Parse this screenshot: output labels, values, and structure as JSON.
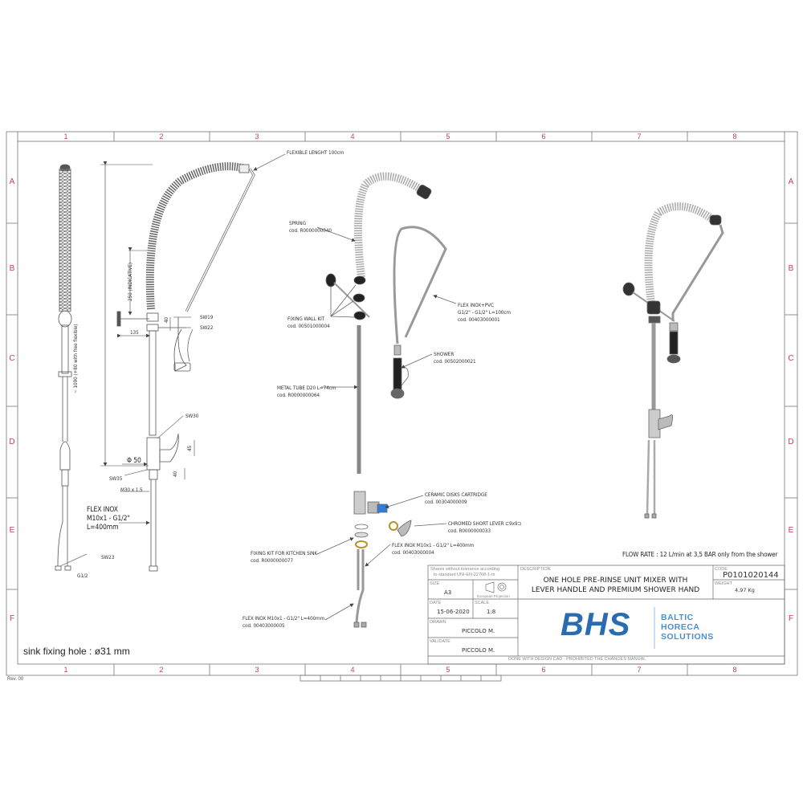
{
  "sheet": {
    "grid_columns": [
      "1",
      "2",
      "3",
      "4",
      "5",
      "6",
      "7",
      "8"
    ],
    "grid_rows": [
      "A",
      "B",
      "C",
      "D",
      "E",
      "F"
    ],
    "revision": "Rev. 00",
    "sink_note": "sink fixing hole : ø31 mm",
    "flow_rate": "FLOW RATE : 12 L/min at 3,5 BAR only from the shower"
  },
  "side_view": {
    "height_dim": "~ 1090 (+80 with free flexible)",
    "flex_inox": [
      "FLEX INOX",
      "M10x1 - G1/2\"",
      "L=400mm"
    ],
    "sw23": "SW23",
    "g12": "G1/2"
  },
  "front_view": {
    "flexible_length": "FLEXIBLE LENGHT 100cm",
    "dim_250": "250 (INDICATIVE)",
    "dim_40_top": "40",
    "sw19": "SW19",
    "sw22": "SW22",
    "dim_135": "135",
    "sw30": "SW30",
    "dim_45": "45",
    "dim_phi50": "Φ 50",
    "dim_40_bottom": "40",
    "sw35": "SW35",
    "m30": "M30 x 1.5"
  },
  "exploded_parts": [
    {
      "name": "SPRING",
      "code": "cod. R0000000040"
    },
    {
      "name": "FIXING WALL KIT",
      "code": "cod. 00501000004"
    },
    {
      "name": "FLEX INOX+PVC",
      "spec": "G1/2\" - G1/2\" L=100cm",
      "code": "cod. 00403000001"
    },
    {
      "name": "SHOWER",
      "code": "cod. 00502000021"
    },
    {
      "name": "METAL TUBE D20 L=74cm",
      "code": "cod. R0000000064"
    },
    {
      "name": "CERAMIC DISKS CARTRIDGE",
      "code": "cod. 00304000009"
    },
    {
      "name": "CHROMED SHORT LEVER ⊏9x9⊐",
      "code": "cod. R0000000033"
    },
    {
      "name": "FLEX INOX M10x1 - G1/2\" L=400mm",
      "code": "cod. 00403000004"
    },
    {
      "name": "FIXING KIT FOR KITCHEN SINK",
      "code": "cod. R0000000077"
    },
    {
      "name": "FLEX INOX M10x1 - G1/2\" L=400mm",
      "code": "cod. 00403000005"
    }
  ],
  "title_block": {
    "tolerance_note_1": "Shares without tolerance according",
    "tolerance_note_2": "to standard  UNI-EN-22768-1-m",
    "size_label": "SIZE",
    "size_value": "A3",
    "projection_label": "European Projection",
    "date_label": "DATE",
    "date_value": "15-06-2020",
    "scale_label": "SCALE",
    "scale_value": "1:8",
    "drawn_label": "DRAWN",
    "drawn_value": "PICCOLO M.",
    "validate_label": "VALIDATE",
    "validate_value": "PICCOLO M.",
    "description_label": "DESCRIPTION",
    "description_line1": "ONE HOLE PRE-RINSE UNIT MIXER WITH",
    "description_line2": "LEVER HANDLE AND PREMIUM SHOWER HAND",
    "code_label": "CODE",
    "code_value": "P0101020144",
    "weight_label": "WEIGHT",
    "weight_value": "4,97 Kg",
    "footer": "DONE WITH DESIGN CAD - PROHIBITED THE CHANGES MANUAL",
    "logo": "BHS",
    "logo_sub": [
      "BALTIC",
      "HORECA",
      "SOLUTIONS"
    ],
    "colors": {
      "logo": "#2b6cb0",
      "grid_labels": "#c83a5a"
    }
  }
}
